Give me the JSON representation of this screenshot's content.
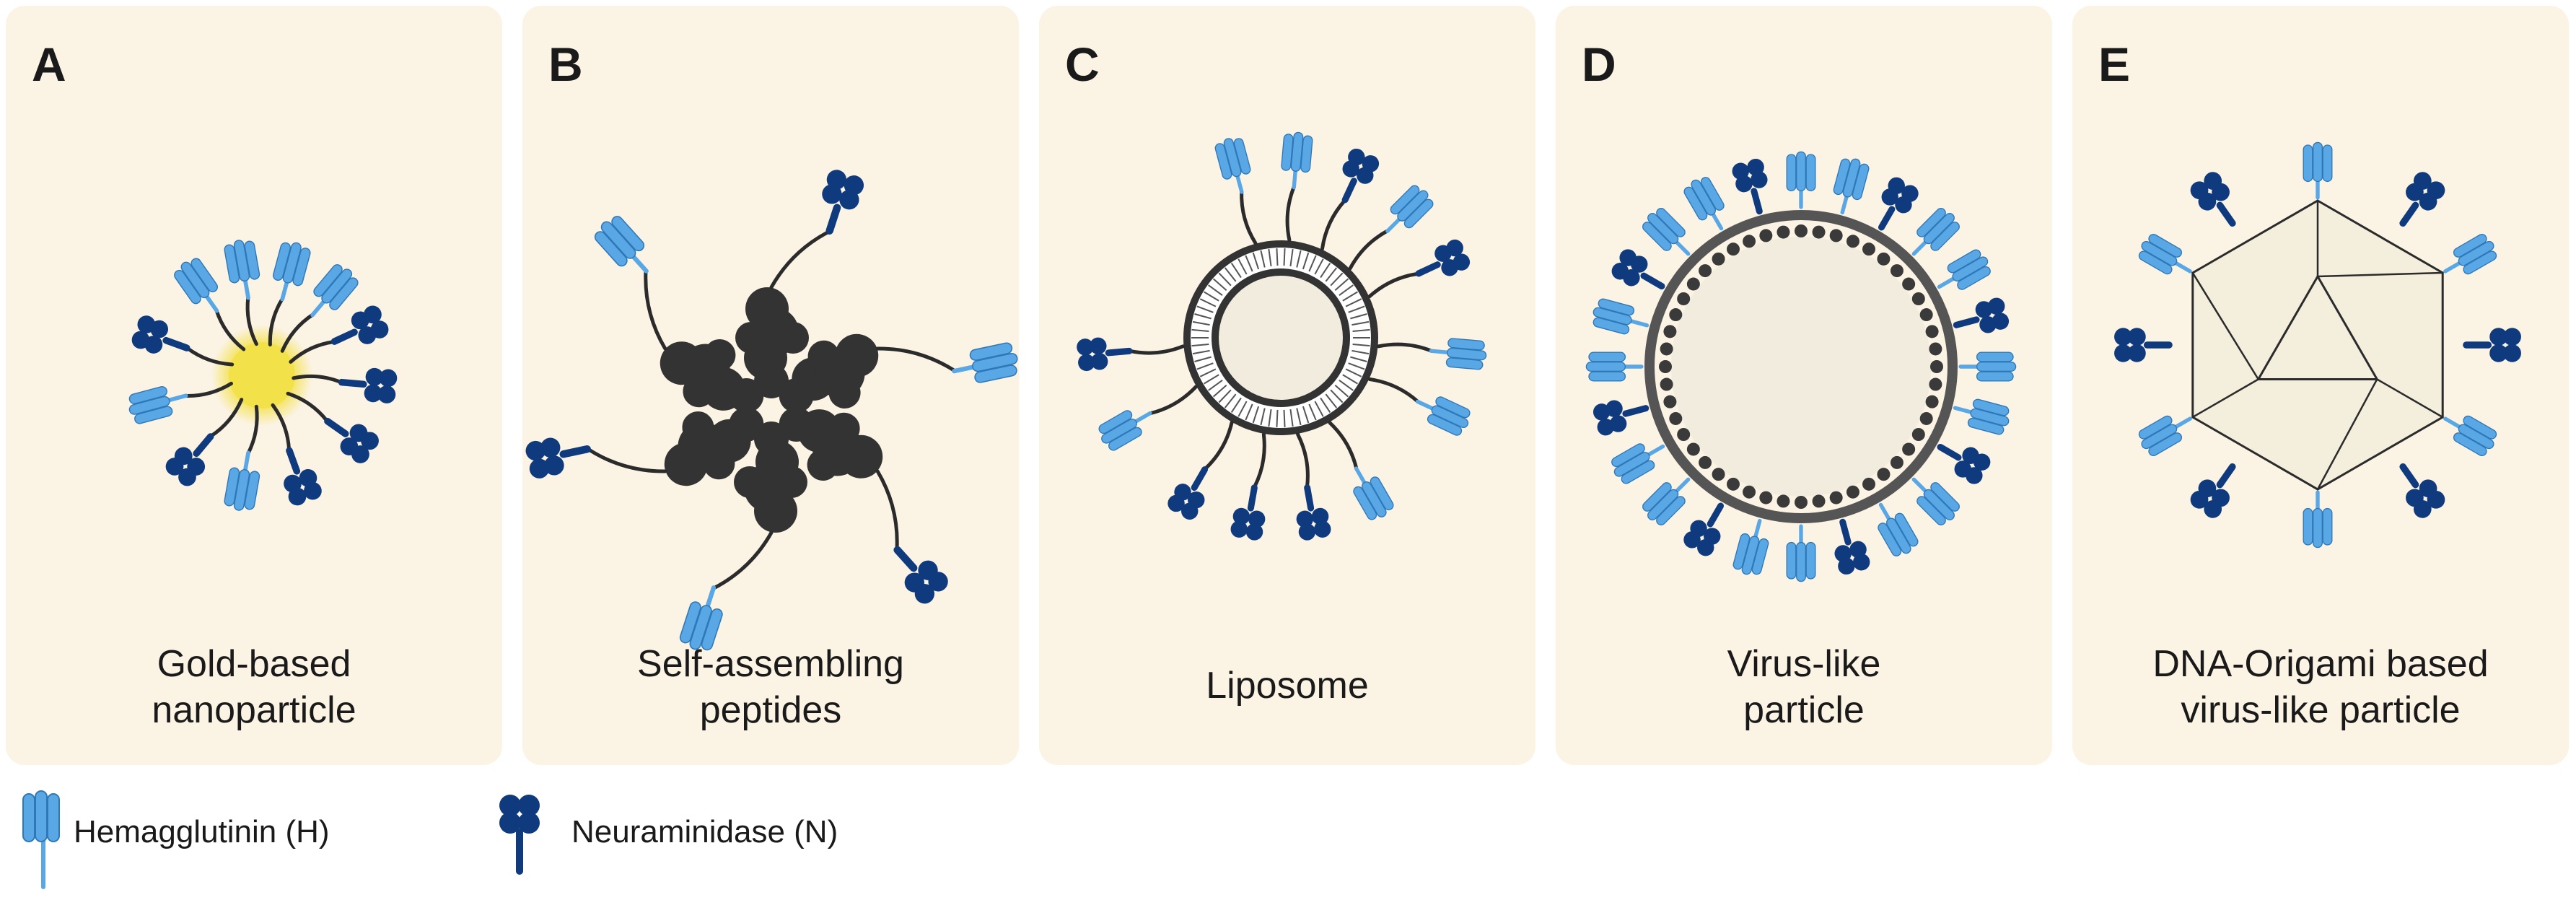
{
  "colors": {
    "panel_bg": "#fbf3e4",
    "hemagglutinin": "#5aa7e6",
    "hemagglutinin_dark": "#2f78b8",
    "neuraminidase": "#0f3a7d",
    "particle_dark": "#333333",
    "gold": "#f3e14a"
  },
  "panels": [
    {
      "label": "A",
      "caption": [
        "Gold-based",
        "nanoparticle"
      ]
    },
    {
      "label": "B",
      "caption": [
        "Self-assembling",
        "peptides"
      ]
    },
    {
      "label": "C",
      "caption": [
        "Liposome"
      ]
    },
    {
      "label": "D",
      "caption": [
        "Virus-like",
        "particle"
      ]
    },
    {
      "label": "E",
      "caption": [
        "DNA-Origami based",
        "virus-like particle"
      ]
    }
  ],
  "legend": [
    {
      "icon": "hemagglutinin-icon",
      "label": "Hemagglutinin (H)"
    },
    {
      "icon": "neuraminidase-icon",
      "label": "Neuraminidase (N)"
    }
  ]
}
